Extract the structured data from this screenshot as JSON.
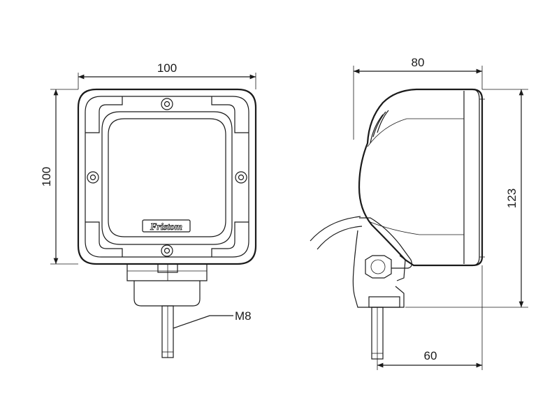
{
  "front_view": {
    "width_dim": "100",
    "height_dim": "100",
    "brand_label": "Fristom",
    "thread_label": "M8"
  },
  "side_view": {
    "depth_dim": "80",
    "height_dim": "123",
    "base_dim": "60"
  }
}
